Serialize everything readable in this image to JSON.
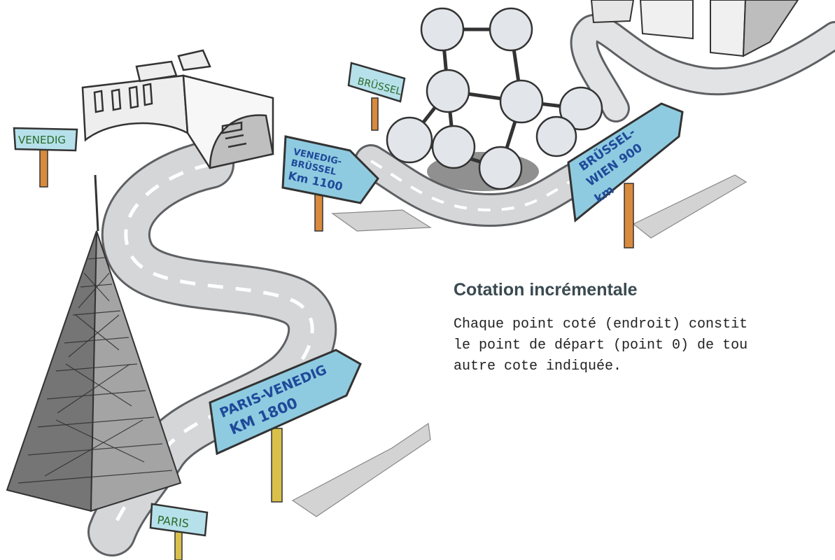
{
  "text_block": {
    "heading": "Cotation incrémentale",
    "body_lines": [
      "Chaque point coté (endroit) constit",
      "le point de départ (point 0) de tou",
      "autre cote indiquée."
    ]
  },
  "signs": {
    "venedig_label": "VENEDIG",
    "bruessel_label": "BRÜSSEL",
    "paris_label": "PARIS",
    "venedig_bruessel": [
      "VENEDIG-",
      "BRÜSSEL",
      "Km 1100"
    ],
    "bruessel_wien": [
      "BRÜSSEL-",
      "WIEN 900",
      "km"
    ],
    "paris_venedig": [
      "PARIS-VENEDIG",
      "KM 1800"
    ]
  },
  "colors": {
    "sign_blue": "#8fcbe0",
    "road_gray": "#d4d6d8",
    "post_orange": "#d98a3c",
    "sign_text_blue": "#1f4a9a",
    "label_green": "#2a6b2a"
  }
}
